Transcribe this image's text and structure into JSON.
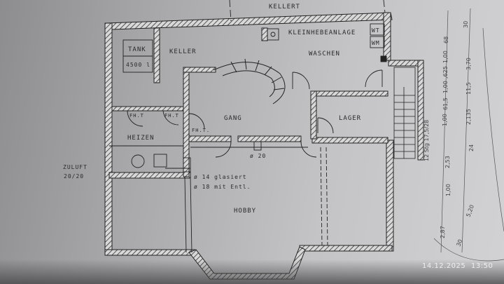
{
  "plan": {
    "rooms": {
      "tank": "TANK",
      "tank_volume": "4500 l",
      "keller": "KELLER",
      "kleinhebeanlage": "KLEINHEBEANLAGE",
      "waschen": "WASCHEN",
      "wt": "WT",
      "wm": "WM",
      "gang": "GANG",
      "lager": "LAGER",
      "heizen": "HEIZEN",
      "hobby": "HOBBY",
      "top_note": "KELLERT"
    },
    "doors": [
      "FH.T",
      "FH.T",
      "FH.T."
    ],
    "annotations": {
      "zuluft": "ZULUFT",
      "zuluft_size": "20/20",
      "chimney_20": "ø 20",
      "chimney_14": "ø 14  glasiert",
      "chimney_18": "ø 18  mit Entl."
    },
    "stairs_label": "12 Stg  17,5/28",
    "dimensions": [
      "68",
      "1,00",
      ",625",
      "1,00",
      "61,5",
      "1,00",
      "2,53",
      "1,00",
      "2,87",
      "30",
      "3,70",
      "11,5",
      "2,135",
      "24",
      "5,20",
      "30"
    ]
  },
  "photo": {
    "date": "14.12.2025",
    "time": "13:50"
  }
}
